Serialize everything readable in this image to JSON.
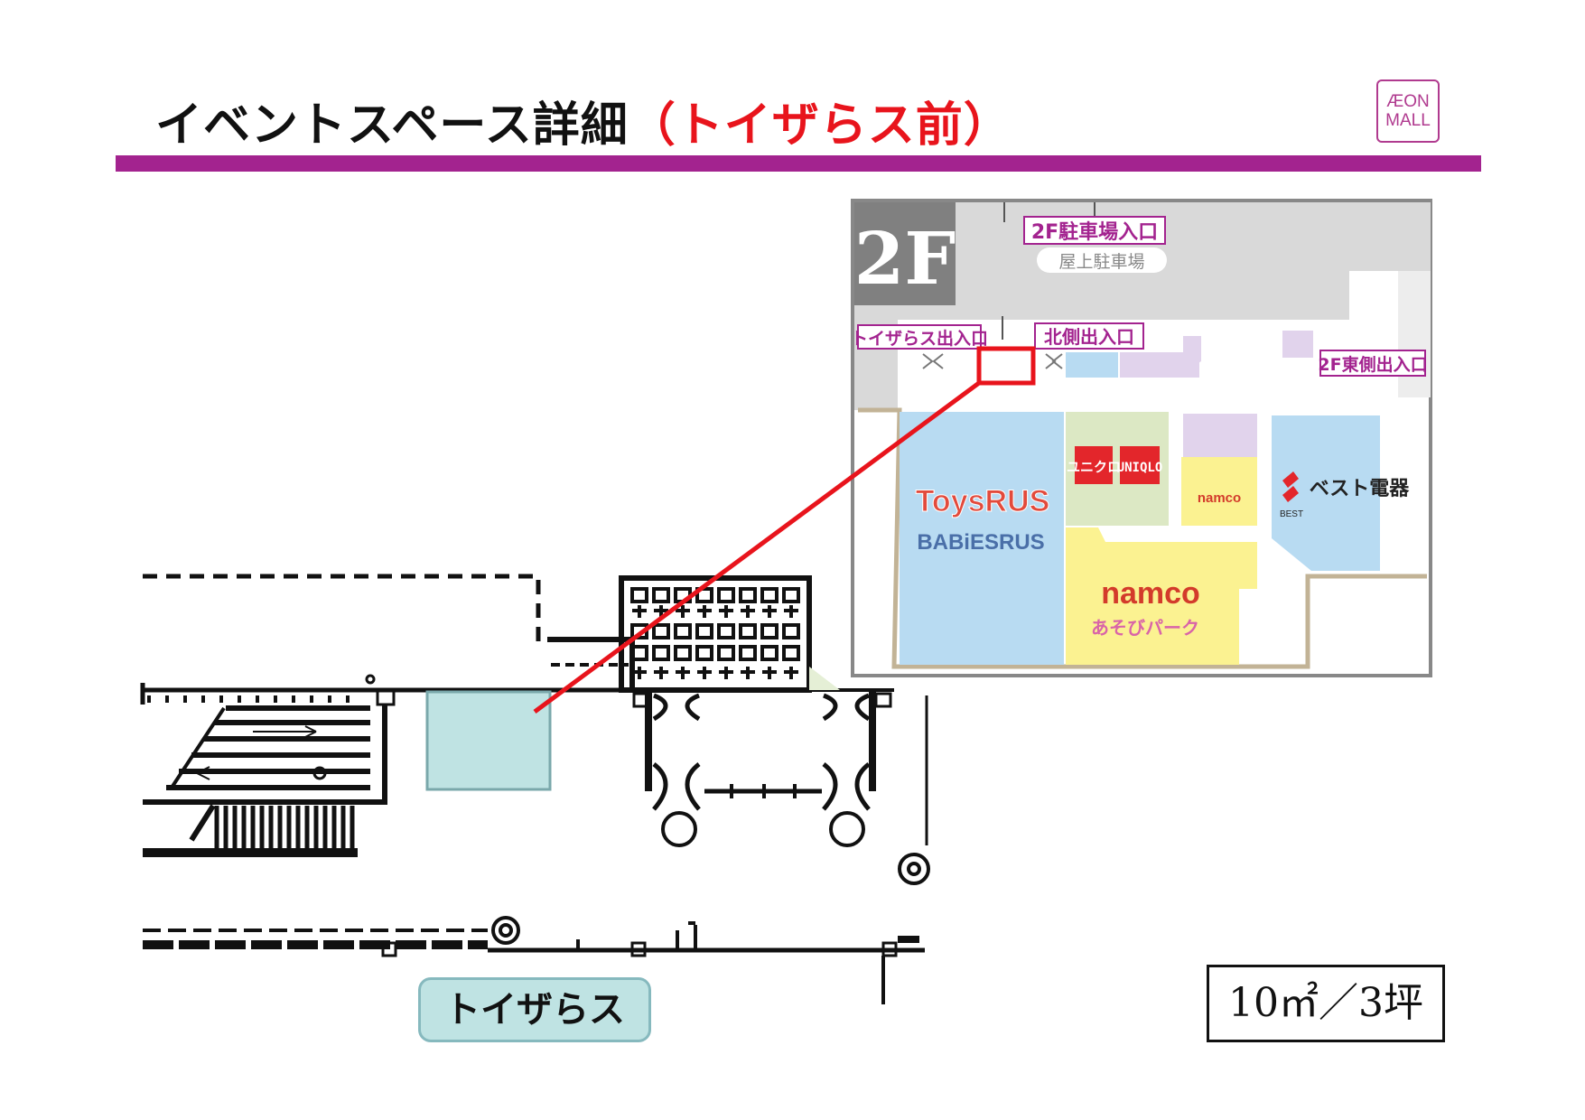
{
  "header": {
    "title_main": "イベントスペース詳細",
    "title_highlight": "（トイザらス前）",
    "accent_color": "#a3238f",
    "highlight_color": "#e8141c"
  },
  "logo": {
    "line1": "ÆON",
    "line2": "MALL"
  },
  "detail_map": {
    "event_space_color": "#bfe3e3",
    "store_label": "トイザらス"
  },
  "inset_map": {
    "floor": "2F",
    "labels": {
      "parking_entrance": "2F駐車場入口",
      "rooftop_parking": "屋上駐車場",
      "toysrus_entrance": "トイザらス出入口",
      "north_entrance": "北側出入口",
      "east_entrance": "2F東側出入口"
    },
    "stores": {
      "toysrus": "ToysRUS",
      "babiesrus": "BABiESRUS",
      "uniqlo_kana": "ユニクロ",
      "uniqlo": "UNIQLO",
      "namco_small": "namco",
      "namco_large": "namco",
      "namco_sub": "あそびパーク",
      "best": "ベスト電器",
      "best_sub": "BEST"
    }
  },
  "scale": {
    "text": "10㎡／3坪"
  }
}
